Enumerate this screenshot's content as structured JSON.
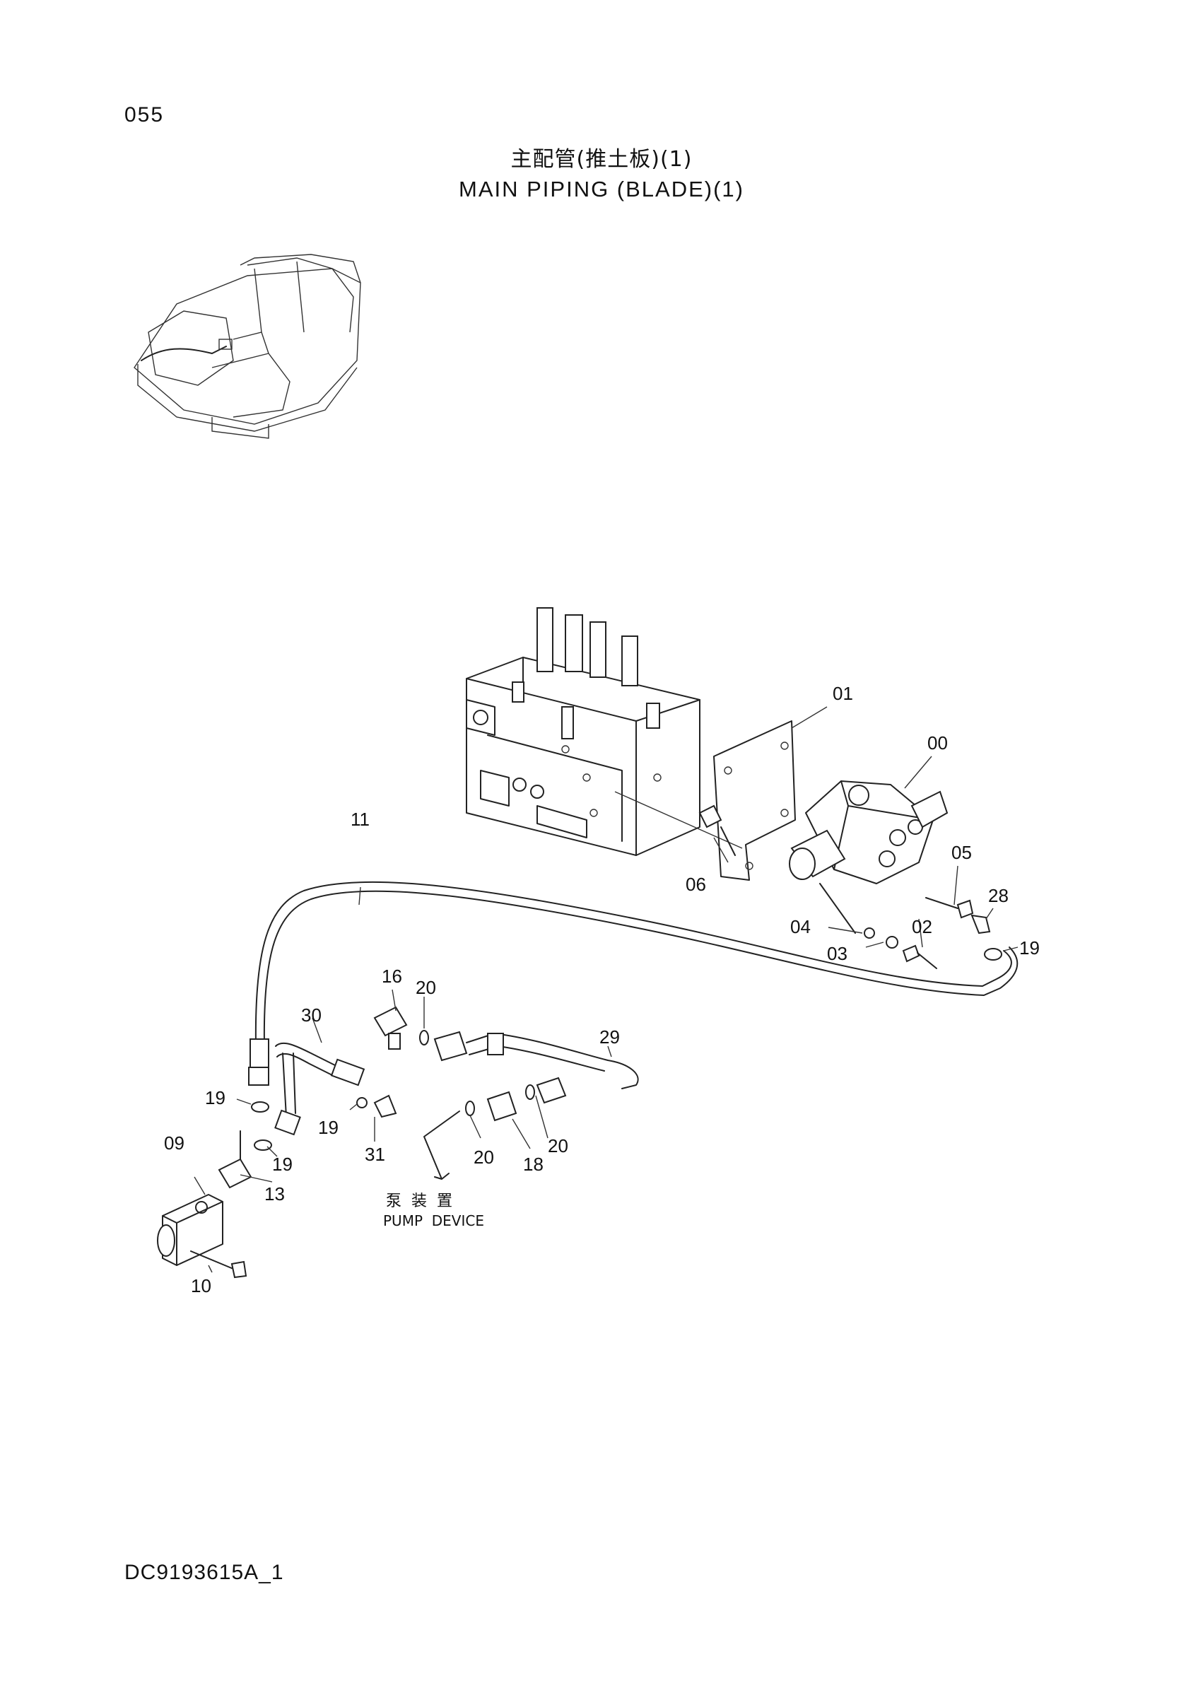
{
  "header": {
    "page_number": "055",
    "title_cn": "主配管(推土板)(1)",
    "title_en": "MAIN PIPING (BLADE)(1)"
  },
  "footer": {
    "document_code": "DC9193615A_1"
  },
  "callouts": {
    "c00": "00",
    "c01": "01",
    "c02": "02",
    "c03": "03",
    "c04": "04",
    "c05": "05",
    "c06": "06",
    "c09": "09",
    "c10": "10",
    "c11": "11",
    "c13": "13",
    "c16": "16",
    "c18": "18",
    "c19a": "19",
    "c19b": "19",
    "c19c": "19",
    "c19d": "19",
    "c20a": "20",
    "c20b": "20",
    "c20c": "20",
    "c28": "28",
    "c29": "29",
    "c30": "30",
    "c31": "31"
  },
  "pump_device": {
    "label_cn": "泵  装  置",
    "label_en": "PUMP  DEVICE"
  }
}
